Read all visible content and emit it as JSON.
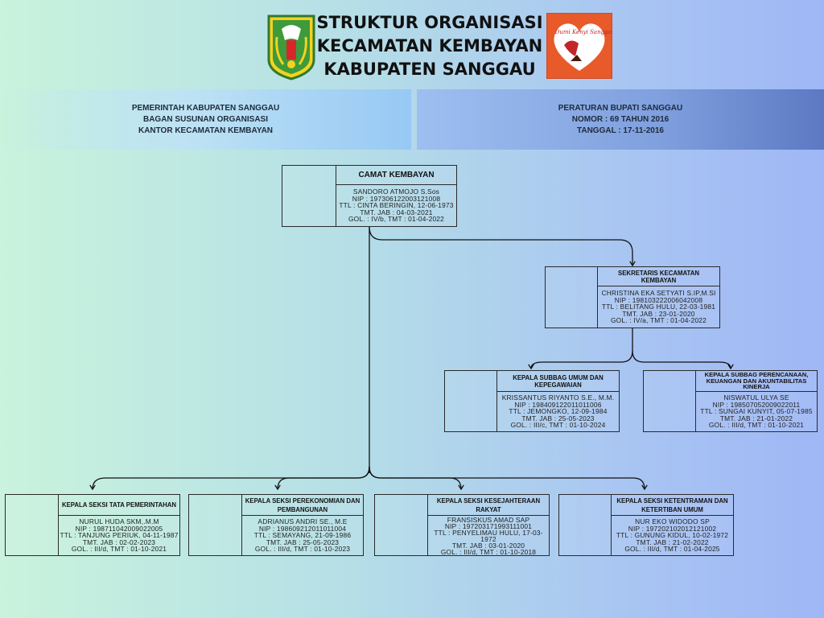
{
  "header": {
    "title_lines": [
      "STRUKTUR ORGANISASI",
      "KECAMATAN KEMBAYAN",
      "KABUPATEN SANGGAU"
    ],
    "logo_left_icon": "kabupaten-sanggau-emblem-icon",
    "logo_right_icon": "dara-juanti-heart-logo-icon",
    "logo_right_script": "Dumi Kenyi Sanggau"
  },
  "band_left": {
    "lines": [
      "PEMERINTAH KABUPATEN SANGGAU",
      "BAGAN SUSUNAN ORGANISASI",
      "KANTOR KECAMATAN KEMBAYAN"
    ]
  },
  "band_right": {
    "lines": [
      "PERATURAN BUPATI SANGGAU",
      "NOMOR  : 69 TAHUN 2016",
      "TANGGAL : 17-11-2016"
    ]
  },
  "nodes": {
    "camat": {
      "title": "CAMAT KEMBAYAN",
      "details": [
        "SANDORO ATMOJO S.Sos",
        "NIP : 197306122003121008",
        "TTL : CINTA BERINGIN, 12-06-1973",
        "TMT. JAB : 04-03-2021",
        "GOL. : IV/b, TMT : 01-04-2022"
      ]
    },
    "sekretaris": {
      "title": "SEKRETARIS KECAMATAN KEMBAYAN",
      "details": [
        "CHRISTINA EKA SETYATI S.IP,M.SI",
        "NIP : 198103222006042008",
        "TTL : BELITANG HULU, 22-03-1981",
        "TMT. JAB : 23-01-2020",
        "GOL. : IV/a, TMT : 01-04-2022"
      ]
    },
    "subbag_umum": {
      "title": "KEPALA SUBBAG UMUM DAN KEPEGAWAIAN",
      "details": [
        "KRISSANTUS RIYANTO S.E., M.M.",
        "NIP : 198409122011011006",
        "TTL : JEMONGKO, 12-09-1984",
        "TMT. JAB : 25-05-2023",
        "GOL. : III/c, TMT : 01-10-2024"
      ]
    },
    "subbag_perencanaan": {
      "title": "KEPALA SUBBAG PERENCANAAN, KEUANGAN DAN AKUNTABILITAS KINERJA",
      "details": [
        "NISWATUL ULYA SE",
        "NIP : 198507052009022011",
        "TTL : SUNGAI KUNYIT, 05-07-1985",
        "TMT. JAB : 21-01-2022",
        "GOL. : III/d, TMT : 01-10-2021"
      ]
    },
    "seksi_tapem": {
      "title": "KEPALA SEKSI TATA PEMERINTAHAN",
      "details": [
        "NURUL HUDA SKM,.M.M",
        "NIP : 198711042009022005",
        "TTL : TANJUNG PERIUK, 04-11-1987",
        "TMT. JAB : 02-02-2023",
        "GOL. : III/d, TMT : 01-10-2021"
      ]
    },
    "seksi_ekbang": {
      "title": "KEPALA SEKSI PEREKONOMIAN DAN PEMBANGUNAN",
      "details": [
        "ADRIANUS ANDRI SE., M.E",
        "NIP : 198609212011011004",
        "TTL : SEMAYANG, 21-09-1986",
        "TMT. JAB : 25-05-2023",
        "GOL. : III/d, TMT : 01-10-2023"
      ]
    },
    "seksi_kesra": {
      "title": "KEPALA SEKSI KESEJAHTERAAN RAKYAT",
      "details": [
        "FRANSISKUS AMAD SAP",
        "NIP : 197203171993111001",
        "TTL : PENYELIMAU HULU, 17-03-",
        "1972",
        "TMT. JAB : 03-01-2020",
        "GOL. : III/d, TMT : 01-10-2018"
      ]
    },
    "seksi_trantib": {
      "title": "KEPALA SEKSI KETENTRAMAN DAN KETERTIBAN UMUM",
      "details": [
        "NUR EKO WIDODO SP",
        "NIP : 197202102012121002",
        "TTL : GUNUNG KIDUL, 10-02-1972",
        "TMT. JAB : 21-02-2022",
        "GOL. : III/d, TMT : 01-04-2025"
      ]
    }
  }
}
